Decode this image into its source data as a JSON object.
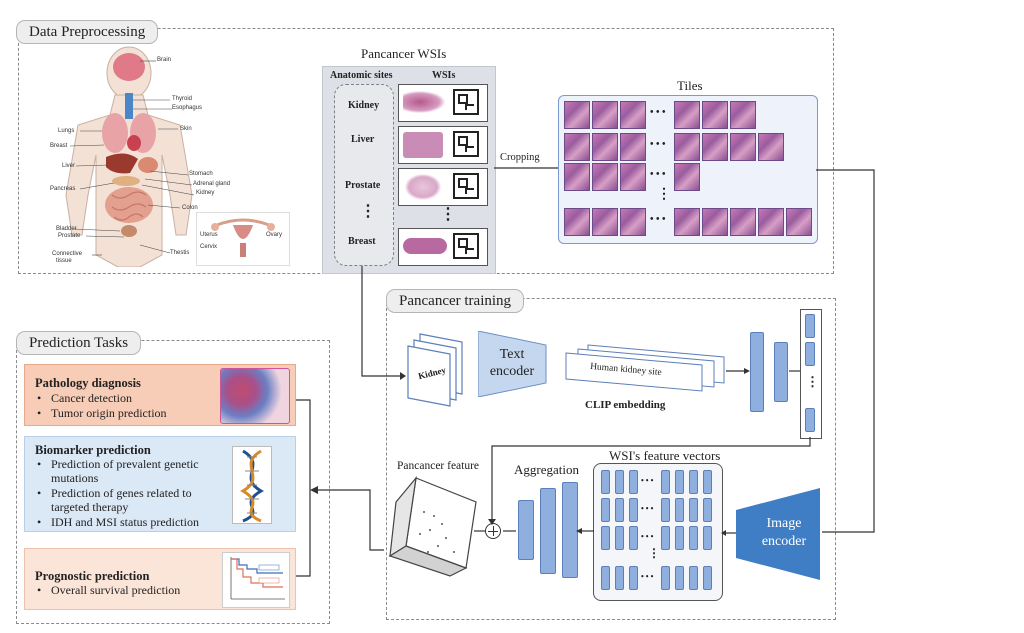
{
  "panels": {
    "data_preprocessing": "Data Preprocessing",
    "pancancer_training": "Pancancer training",
    "prediction_tasks": "Prediction Tasks"
  },
  "anatomy": {
    "labels_right": [
      "Brain",
      "Thyroid",
      "Esophagus",
      "Skin",
      "Stomach",
      "Adrenal gland",
      "Kidney",
      "Colon",
      "Thestis"
    ],
    "labels_left": [
      "Lungs",
      "Breast",
      "Liver",
      "Pancreas",
      "Bladder",
      "Prostate",
      "Connective",
      "tissue"
    ],
    "inset": [
      "Uterus",
      "Cervix",
      "Ovary"
    ]
  },
  "wsi": {
    "title": "Pancancer WSIs",
    "col_sites": "Anatomic sites",
    "col_wsis": "WSIs",
    "sites": [
      "Kidney",
      "Liver",
      "Prostate",
      "Breast"
    ],
    "vdots": "⋮"
  },
  "tiles": {
    "title": "Tiles",
    "dots": "• • •"
  },
  "cropping": "Cropping",
  "training": {
    "kidney_card": "Kidney",
    "text_encoder": "Text encoder",
    "site_card": "Human kidney site",
    "clip": "CLIP embedding",
    "vec_dots": "⋮"
  },
  "features": {
    "wsi_vectors": "WSI's feature vectors",
    "aggregation": "Aggregation",
    "pancancer_feature": "Pancancer feature",
    "image_encoder": "Image encoder",
    "dots": "• • •",
    "vdots": "⋮"
  },
  "tasks": {
    "pathology": {
      "head": "Pathology diagnosis",
      "items": [
        "Cancer detection",
        "Tumor origin prediction"
      ]
    },
    "biomarker": {
      "head": "Biomarker prediction",
      "items": [
        "Prediction of prevalent genetic",
        "mutations",
        "Prediction of genes related to",
        "targeted therapy",
        "IDH and MSI status prediction"
      ]
    },
    "prognostic": {
      "head": "Prognostic prediction",
      "items": [
        "Overall survival prediction"
      ]
    }
  },
  "colors": {
    "pathology_bg": "#f8cdb7",
    "biomarker_bg": "#dbe8f6",
    "prognostic_bg": "#fbe4d8",
    "encoder_fill": "#c5d7ee",
    "image_encoder_fill": "#3f7ec4",
    "bar_fill": "#8fb0de"
  }
}
